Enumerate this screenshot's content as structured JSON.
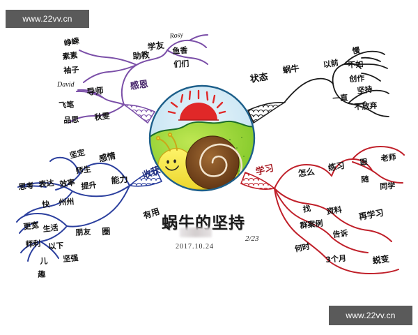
{
  "meta": {
    "kind": "hand-drawn mind map photo",
    "title": "蜗牛的坚持",
    "date": "2017.10.24",
    "page_number": "2/23"
  },
  "watermarks": {
    "top": "www.22vv.cn",
    "bottom": "www.22vv.cn",
    "bg": "#5a5a5a",
    "fg": "#ffffff"
  },
  "center": {
    "label": "snail-drawing",
    "sky": "#cfe7f2",
    "sun": "#e02828",
    "sun_rays": "#e02828",
    "hill": "#7ec92b",
    "grass": "#a8dc3c",
    "snail_body": "#f5ea4a",
    "snail_shell_outer": "#6b3d18",
    "snail_shell_inner": "#8a5a2b",
    "outline": "#1d5f8a"
  },
  "branches": [
    {
      "id": "gratitude",
      "label": "感恩",
      "color": "#7b4fa8",
      "position": "upper-left",
      "children": [
        {
          "label": "助教",
          "children": [
            {
              "label": "峥嵘"
            },
            {
              "label": "素素"
            },
            {
              "label": "袖子"
            }
          ]
        },
        {
          "label": "导师",
          "children": [
            {
              "label": "David"
            },
            {
              "label": "飞笔"
            }
          ]
        },
        {
          "label": "秋雯",
          "children": []
        },
        {
          "label": "品思",
          "children": []
        },
        {
          "label": "学友",
          "children": [
            {
              "label": "Rosy"
            },
            {
              "label": "鱼香"
            },
            {
              "label": "们们"
            }
          ]
        }
      ]
    },
    {
      "id": "state",
      "label": "状态",
      "color": "#1a1a1a",
      "position": "upper-right",
      "children": [
        {
          "label": "蜗牛",
          "children": [
            {
              "label": "以前",
              "children": [
                {
                  "label": "慢"
                },
                {
                  "label": "不如"
                },
                {
                  "label": "创作"
                }
              ]
            },
            {
              "label": "一直",
              "children": [
                {
                  "label": "坚持"
                },
                {
                  "label": "不放弃"
                }
              ]
            }
          ]
        }
      ]
    },
    {
      "id": "harvest",
      "label": "收获",
      "color": "#2b3f9e",
      "position": "lower-left",
      "children": [
        {
          "label": "感情",
          "children": [
            {
              "label": "坚定"
            },
            {
              "label": "师生"
            }
          ]
        },
        {
          "label": "能力",
          "children": [
            {
              "label": "提升",
              "children": [
                {
                  "label": "思考"
                },
                {
                  "label": "表达"
                },
                {
                  "label": "效率"
                },
                {
                  "label": "快"
                },
                {
                  "label": "州州"
                }
              ]
            }
          ]
        },
        {
          "label": "有用",
          "children": [
            {
              "label": "圈",
              "children": [
                {
                  "label": "朋友"
                },
                {
                  "label": "生活"
                },
                {
                  "label": "更宽"
                },
                {
                  "label": "师利"
                },
                {
                  "label": "以下"
                },
                {
                  "label": "坚强"
                },
                {
                  "label": "儿"
                },
                {
                  "label": "趣"
                }
              ]
            }
          ]
        }
      ]
    },
    {
      "id": "study",
      "label": "学习",
      "color": "#c0202a",
      "position": "lower-right",
      "children": [
        {
          "label": "怎么",
          "children": [
            {
              "label": "练习",
              "children": [
                {
                  "label": "跟",
                  "children": [
                    {
                      "label": "老师"
                    }
                  ]
                },
                {
                  "label": "随",
                  "children": [
                    {
                      "label": "同学"
                    }
                  ]
                }
              ]
            }
          ]
        },
        {
          "label": "找",
          "children": [
            {
              "label": "资料",
              "children": [
                {
                  "label": "再学习"
                }
              ]
            }
          ]
        },
        {
          "label": "群案例",
          "children": [
            {
              "label": "告诉"
            }
          ]
        },
        {
          "label": "何时",
          "children": [
            {
              "label": "3个月",
              "children": [
                {
                  "label": "蜕变"
                }
              ]
            }
          ]
        }
      ]
    }
  ],
  "labels": {
    "gratitude_main": "感恩",
    "g_zhujiao": "助教",
    "g_zhengrong": "峥嵘",
    "g_susu": "素素",
    "g_xiuzi": "袖子",
    "g_daoshi": "导师",
    "g_david": "David",
    "g_feibi": "飞笔",
    "g_qiuwen": "秋雯",
    "g_pinsi": "品思",
    "g_xueyou": "学友",
    "g_rosy": "Rosy",
    "g_yuxiang": "鱼香",
    "g_menmen": "们们",
    "state_main": "状态",
    "s_woniu": "蜗牛",
    "s_yiqian": "以前",
    "s_man": "慢",
    "s_buru": "不如",
    "s_chuangzuo": "创作",
    "s_yizhi": "一直",
    "s_jianchi": "坚持",
    "s_bufangqi": "不放弃",
    "harvest_main": "收获",
    "h_ganqing": "感情",
    "h_jianding": "坚定",
    "h_shisheng": "师生",
    "h_nengli": "能力",
    "h_tisheng": "提升",
    "h_sikao": "思考",
    "h_biaoda": "表达",
    "h_xiaolv": "效率",
    "h_kuai": "快",
    "h_zhouzhou": "州州",
    "h_youyong": "有用",
    "h_quan": "圈",
    "h_pengyou": "朋友",
    "h_shenghuo": "生活",
    "h_gengkuan": "更宽",
    "h_shili": "师利",
    "h_yixia": "以下",
    "h_jianqiang": "坚强",
    "h_er": "儿",
    "h_qu": "趣",
    "study_main": "学习",
    "x_zenme": "怎么",
    "x_lianxi": "练习",
    "x_gen": "跟",
    "x_laoshi": "老师",
    "x_sui": "随",
    "x_tongxue": "同学",
    "x_zhao": "找",
    "x_ziliao": "资料",
    "x_zaixuexi": "再学习",
    "x_qunanli": "群案例",
    "x_gaosu": "告诉",
    "x_heshi": "何时",
    "x_sangeyue": "3个月",
    "x_tuibian": "蜕变"
  }
}
